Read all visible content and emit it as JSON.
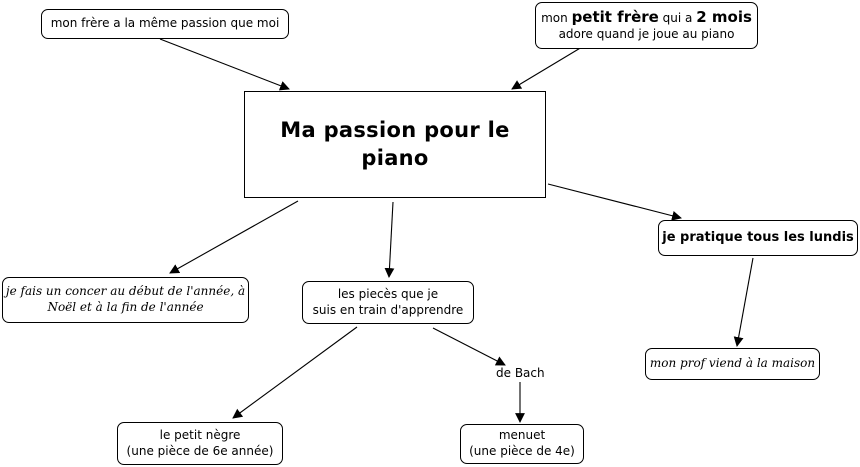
{
  "root": {
    "title": "Ma passion pour le piano"
  },
  "top_left": {
    "text": "mon frère a la même passion que moi"
  },
  "top_right": {
    "prefix": "mon ",
    "emph1": "petit frère",
    "mid": " qui a ",
    "emph2": "2 mois",
    "line2": "adore quand je joue au piano"
  },
  "left": {
    "line1": "je fais un concer au début de l'année, à",
    "line2": "Noël et à la fin de l'année"
  },
  "center": {
    "line1": "les piecès que je",
    "line2": "suis en train d'apprendre"
  },
  "right": {
    "text": "je pratique tous les lundis"
  },
  "prof": {
    "text": "mon prof viend à la maison"
  },
  "bach_label": {
    "text": "de Bach"
  },
  "petit": {
    "line1": "le petit nègre",
    "line2": "(une pièce de 6e année)"
  },
  "menuet": {
    "line1": "menuet",
    "line2": "(une pièce de 4e)"
  }
}
